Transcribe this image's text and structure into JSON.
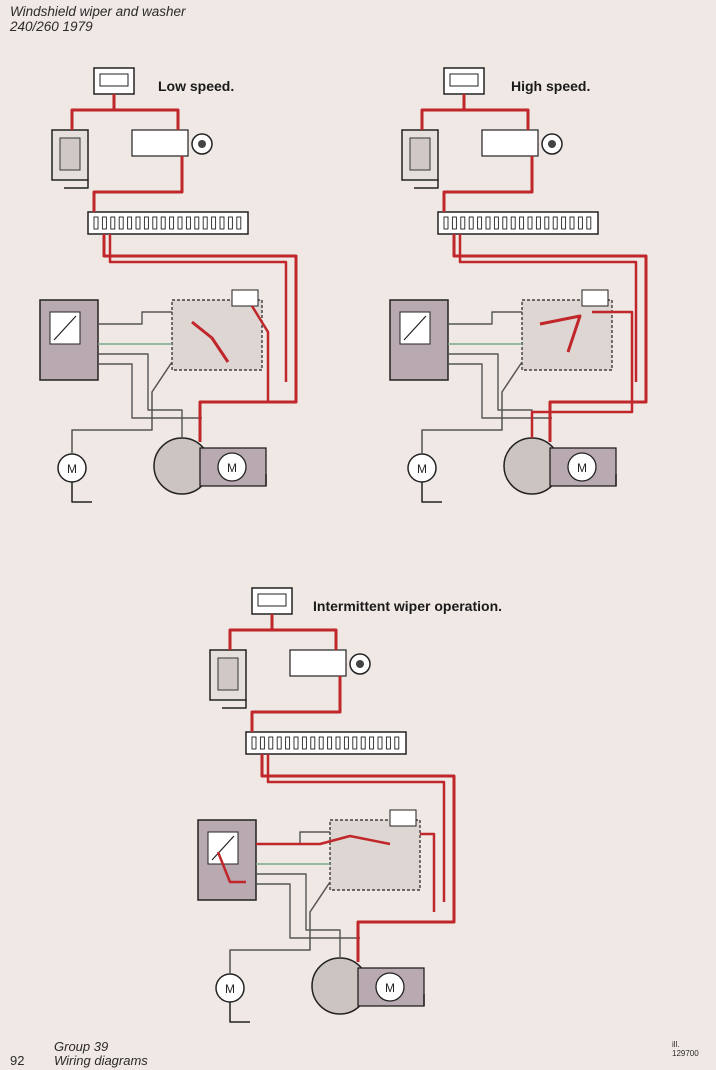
{
  "header": {
    "line1": "Windshield wiper and washer",
    "line2": "240/260 1979"
  },
  "diagrams": [
    {
      "caption": "Low speed."
    },
    {
      "caption": "High speed."
    },
    {
      "caption": "Intermittent wiper operation."
    }
  ],
  "footer": {
    "page_number": "92",
    "group": "Group 39",
    "section": "Wiring diagrams",
    "ill_label": "ill.",
    "ill_number": "129700"
  },
  "motor_label": "M",
  "colors": {
    "wire_active": "#c0262a",
    "wire_inactive": "#555555",
    "wire_green": "#7aa886",
    "relay_fill": "#b9a9b1",
    "background": "#efe8e4"
  }
}
